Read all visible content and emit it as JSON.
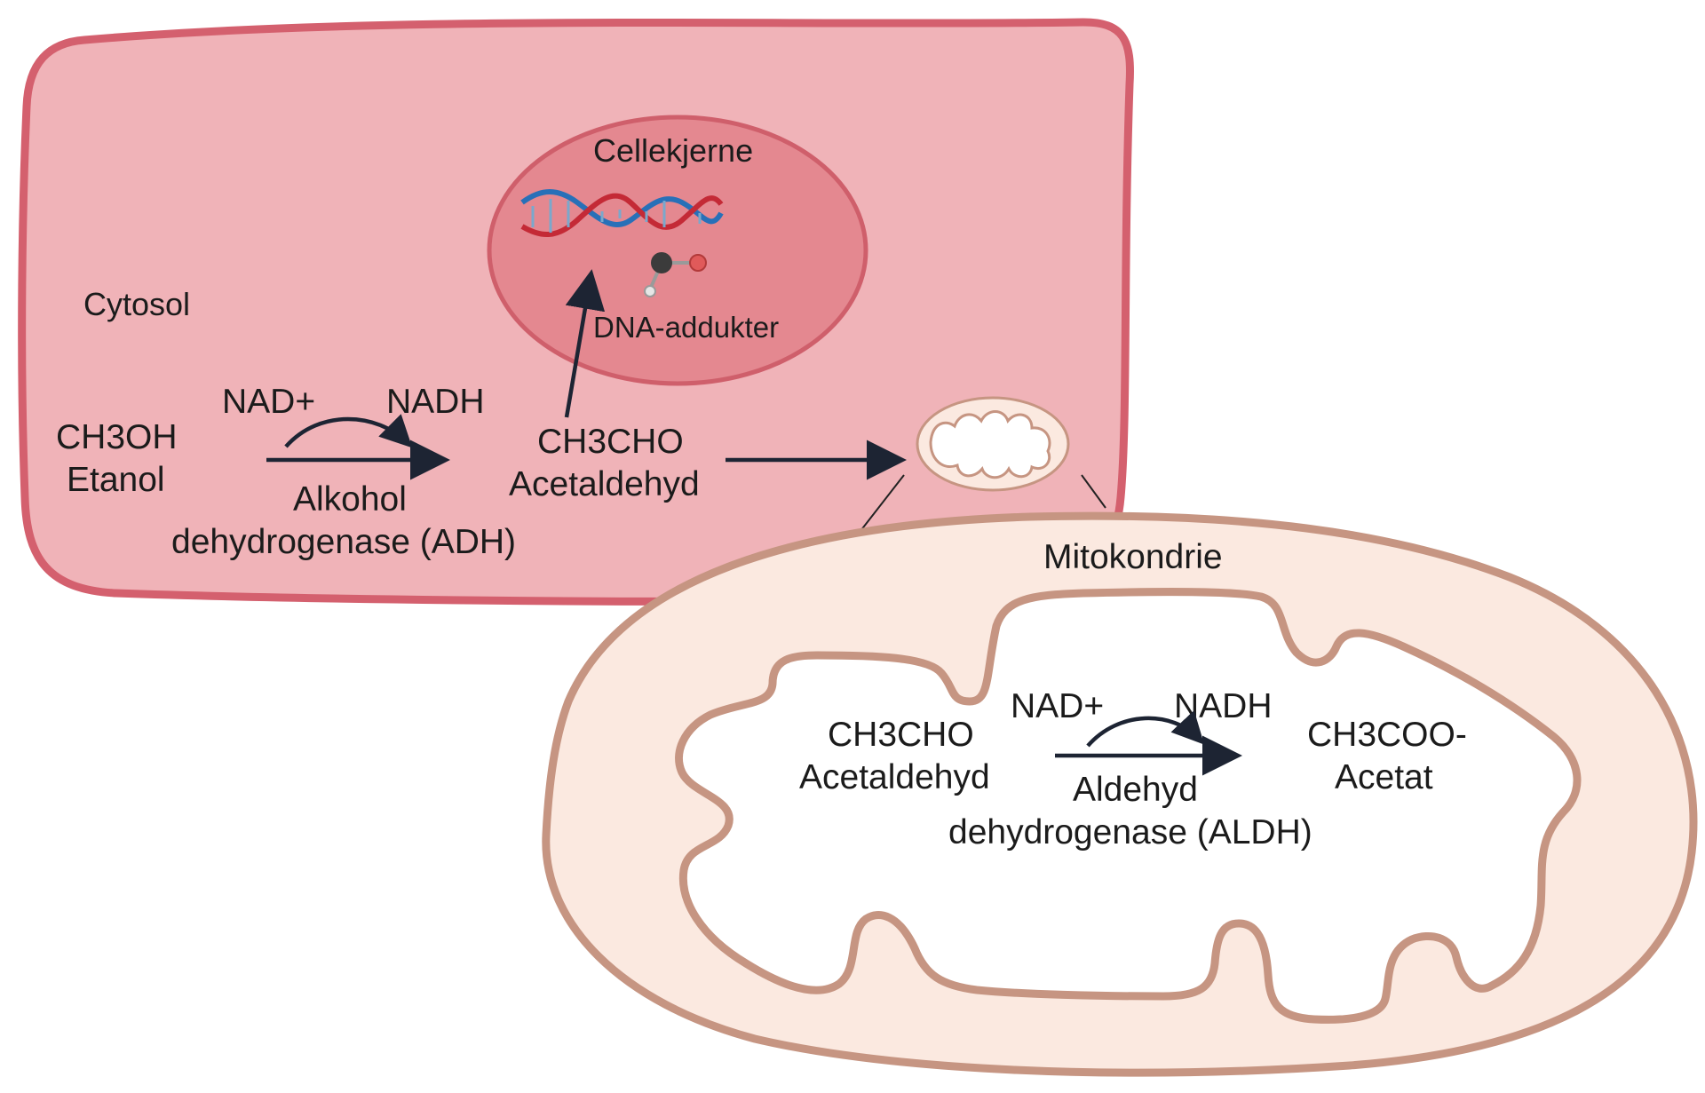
{
  "cell": {
    "cytosol_label": "Cytosol",
    "nucleus_label": "Cellekjerne",
    "dna_adducts_label": "DNA-addukter",
    "colors": {
      "cell_fill": "#f0b3b8",
      "cell_border": "#d4606e",
      "nucleus_fill": "#e48890",
      "nucleus_border": "#cf5f6b"
    }
  },
  "cytosol_reaction": {
    "substrate_formula": "CH3OH",
    "substrate_name": "Etanol",
    "cofactor_in": "NAD+",
    "cofactor_out": "NADH",
    "enzyme_line1": "Alkohol",
    "enzyme_line2": "dehydrogenase (ADH)",
    "product_formula": "CH3CHO",
    "product_name": "Acetaldehyd"
  },
  "mitochondrion": {
    "label": "Mitokondrie",
    "colors": {
      "fill": "#fbe9e0",
      "border": "#c69582",
      "inner_fill": "#ffffff"
    },
    "reaction": {
      "substrate_formula": "CH3CHO",
      "substrate_name": "Acetaldehyd",
      "cofactor_in": "NAD+",
      "cofactor_out": "NADH",
      "enzyme_line1": "Aldehyd",
      "enzyme_line2": "dehydrogenase (ALDH)",
      "product_formula": "CH3COO-",
      "product_name": "Acetat"
    }
  },
  "icons": {
    "dna": "dna-helix-icon",
    "molecule": "acetaldehyde-molecule-icon",
    "small_mitochondrion": "mitochondrion-icon"
  }
}
